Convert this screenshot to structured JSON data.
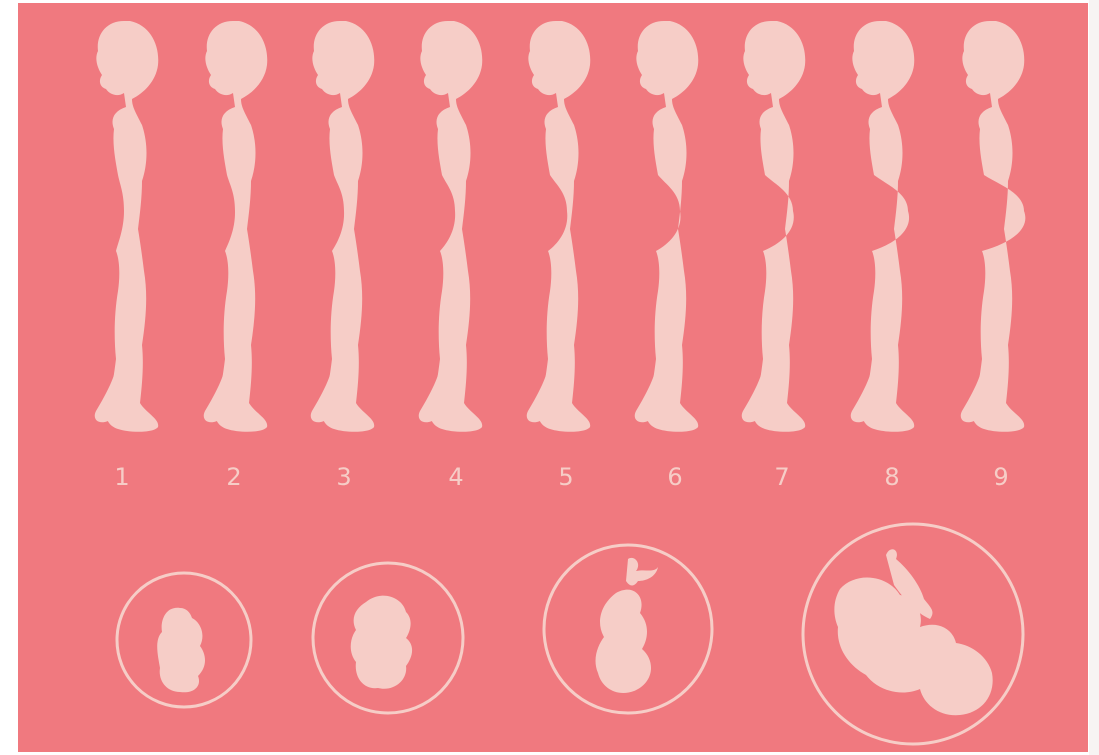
{
  "illustration": {
    "background_color": "#f0797f",
    "silhouette_color": "#f6cdc7",
    "months": [
      "1",
      "2",
      "3",
      "4",
      "5",
      "6",
      "7",
      "8",
      "9"
    ],
    "fetal_stages": [
      "early-embryo",
      "embryo",
      "fetus-with-cord",
      "full-term-fetus"
    ]
  }
}
